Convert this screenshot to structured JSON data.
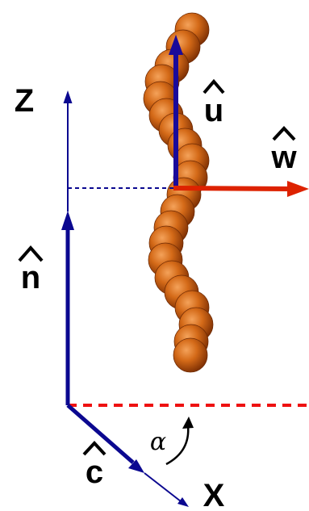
{
  "labels": {
    "z_axis": "Z",
    "x_axis": "X",
    "n_hat": "n",
    "u_hat": "u",
    "w_hat": "w",
    "c_hat": "c",
    "alpha": "α"
  },
  "colors": {
    "navy": "#0b0890",
    "red": "#dd2200",
    "dashed_red": "#ee1111",
    "bead": "#c45a12"
  }
}
